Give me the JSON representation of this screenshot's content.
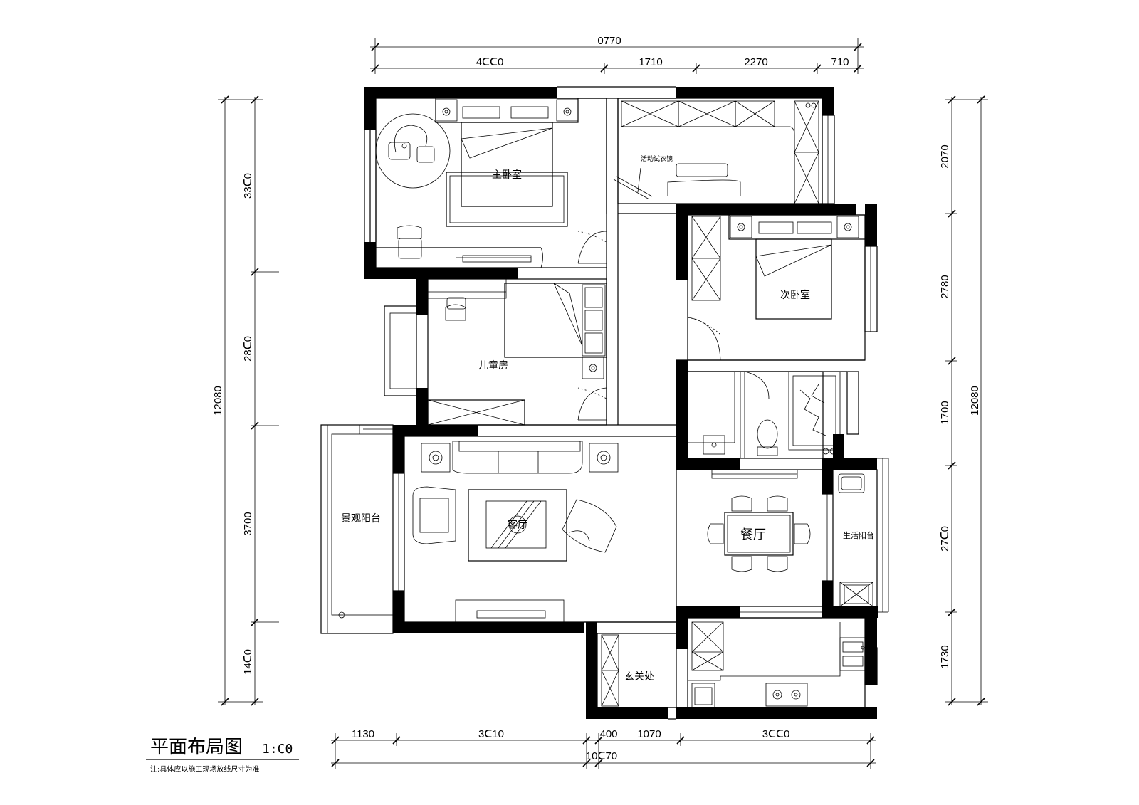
{
  "drawing": {
    "title": "平面布局图",
    "scale": "1:C0",
    "note": "注:具体应以施工现场放线尺寸为准"
  },
  "rooms": {
    "master_bedroom": "主卧室",
    "mirror": "活动试衣镜",
    "second_bedroom": "次卧室",
    "kids_room": "儿童房",
    "living_room": "客厅",
    "view_balcony": "景观阳台",
    "dining": "餐厅",
    "service_balcony": "生活阳台",
    "entrance": "玄关处"
  },
  "dimensions": {
    "top_total": "0770",
    "top": [
      "4ᑕᑕ0",
      "1710",
      "2270",
      "710"
    ],
    "left_total": "12080",
    "left": [
      "33ᑕ0",
      "28ᑕ0",
      "3700",
      "14ᑕ0"
    ],
    "right_total": "12080",
    "right": [
      "2070",
      "2780",
      "1700",
      "27ᑕ0",
      "1730"
    ],
    "bottom_total": "10ᑕ70",
    "bottom": [
      "1130",
      "3ᑕ10",
      "400",
      "1070",
      "3ᑕᑕ0"
    ]
  }
}
